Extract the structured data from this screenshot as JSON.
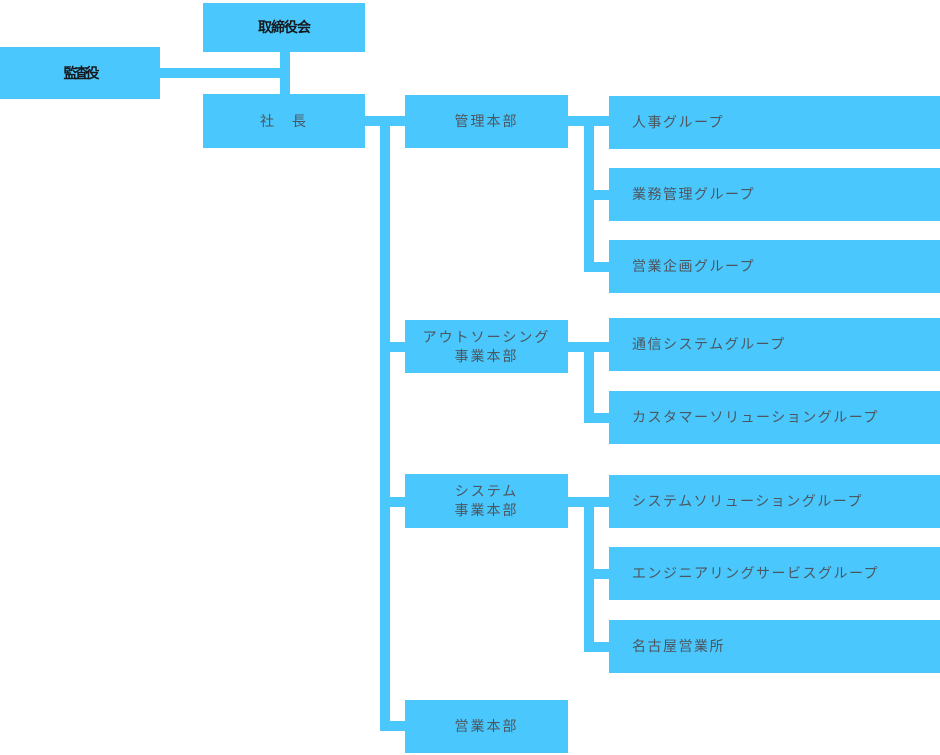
{
  "org": {
    "colors": {
      "node_fill": "#4AC7FC",
      "node_text": "#4D565F",
      "header_text": "#15191D",
      "background": "#FFFFFF"
    },
    "nodes": {
      "board": {
        "label": "取締役会"
      },
      "auditor": {
        "label": "監査役"
      },
      "president": {
        "label": "社　長"
      },
      "admin_hq": {
        "label": "管理本部"
      },
      "outsourcing_hq": {
        "label": "アウトソーシング\n事業本部"
      },
      "system_hq": {
        "label": "システム\n事業本部"
      },
      "sales_hq": {
        "label": "営業本部"
      },
      "hr_group": {
        "label": "人事グループ"
      },
      "business_admin_group": {
        "label": "業務管理グループ"
      },
      "sales_planning_group": {
        "label": "営業企画グループ"
      },
      "telecom_system_group": {
        "label": "通信システムグループ"
      },
      "customer_solution_group": {
        "label": "カスタマーソリューショングループ"
      },
      "system_solution_group": {
        "label": "システムソリューショングループ"
      },
      "engineering_service_group": {
        "label": "エンジニアリングサービスグループ"
      },
      "nagoya_office": {
        "label": "名古屋営業所"
      }
    },
    "hierarchy": [
      {
        "division": "管理本部",
        "groups": [
          "人事グループ",
          "業務管理グループ",
          "営業企画グループ"
        ]
      },
      {
        "division": "アウトソーシング事業本部",
        "groups": [
          "通信システムグループ",
          "カスタマーソリューショングループ"
        ]
      },
      {
        "division": "システム事業本部",
        "groups": [
          "システムソリューショングループ",
          "エンジニアリングサービスグループ",
          "名古屋営業所"
        ]
      },
      {
        "division": "営業本部",
        "groups": []
      }
    ]
  }
}
